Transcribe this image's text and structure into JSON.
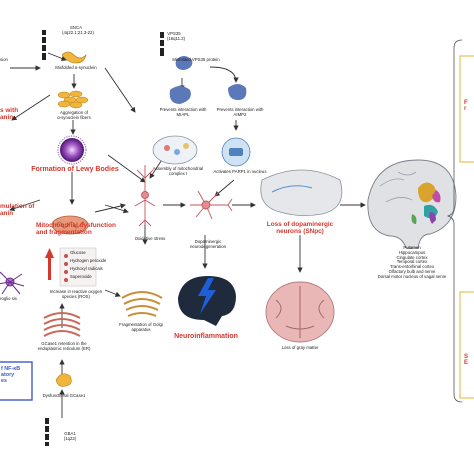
{
  "genes": {
    "snca": {
      "name": "SNCA",
      "locus": "(4q22.1;21.3-22)"
    },
    "vps35": {
      "name": "VPS35",
      "locus": "(16q11.2)"
    },
    "gba1": {
      "name": "GBA1",
      "locus": "(1q22)"
    }
  },
  "labels": {
    "left_top_fragment": "sion",
    "misfolded_asyn": "Misfolded α-synuclein",
    "misfolded_vps35": "Misfolded VPS35 protein",
    "aggregation": "Aggregation of\nα-synuclein fibers",
    "miapl": "Prevents interaction with\nMIAPL",
    "aimp2": "Prevents interaction with\nAIMP2",
    "complex1": "Assembly of mitochondrial\ncomplex I",
    "parp1": "Activates PARP1 in nucleus",
    "oxidative": "Oxidative stress",
    "dopa_degen": "Dopaminergic\nneurodegeneration",
    "ros": "Increase in reactive oxygen\nspecies (ROS)",
    "golgi": "Fragmentation of Golgi\napparatus",
    "gcase_retention": "GCase1 retention in the\nendoplasmic reticulum (ER)",
    "dysfunctional_gcase": "Dysfunctional GCase1",
    "gray_matter": "Loss of gray matter",
    "microgliosis": "roglio sis",
    "pathway_ros": {
      "a": "Glucose",
      "b": "Hydrogen peroxide",
      "c": "Hydroxyl radicals",
      "d": "Superoxide"
    }
  },
  "headlines": {
    "lewy": "Formation of Lewy Bodies",
    "mito": "Mitochondrial dysfunction\nand fragmentation",
    "snpc": "Loss of dopaminergic\nneurons (SNpc)",
    "neuroinflammation": "Neuroinflammation",
    "left_a": "s with\nanin",
    "left_b": "mulation of\nanin"
  },
  "brain_regions": [
    "Putamen",
    "Hippocampus",
    "Cingulate cortex",
    "Temporal cortex",
    "Trans-entorhinal cortex",
    "Olfactory bulb and nerve",
    "Dorsal motor nucleus of vagal nerve"
  ],
  "left_box": "f NF-κB\natory\nes",
  "right_fragments": {
    "top": "F\nr",
    "bottom": "S\nE"
  },
  "colors": {
    "accent_red": "#d6362c",
    "arrow": "#333333",
    "protein_yellow": "#f0b53a",
    "vps35_blue": "#5b78b8",
    "lewy_purple": "#6a2a8c",
    "bolt_blue": "#1f5fd6",
    "cortex_pink": "#e9b7b5"
  }
}
